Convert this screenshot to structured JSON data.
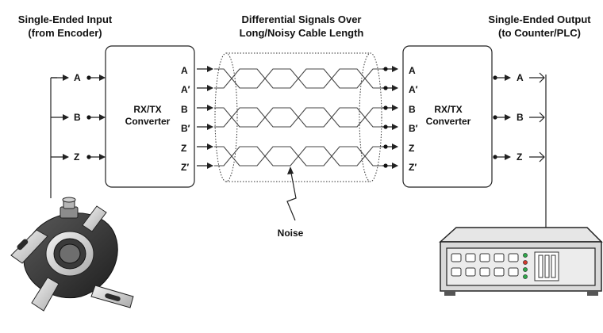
{
  "left_title": [
    "Single-Ended Input",
    "(from Encoder)"
  ],
  "center_title": [
    "Differential Signals Over",
    "Long/Noisy Cable Length"
  ],
  "right_title": [
    "Single-Ended Output",
    "(to Counter/PLC)"
  ],
  "left_inputs": [
    "A",
    "B",
    "Z"
  ],
  "right_outputs": [
    "A",
    "B",
    "Z"
  ],
  "converter_left": [
    "RX/TX",
    "Converter"
  ],
  "converter_right": [
    "RX/TX",
    "Converter"
  ],
  "diff_signals": [
    "A",
    "A′",
    "B",
    "B′",
    "Z",
    "Z′"
  ],
  "noise_label": "Noise",
  "icons": [
    "encoder-icon",
    "counter-plc-icon",
    "noise-lightning-icon"
  ]
}
